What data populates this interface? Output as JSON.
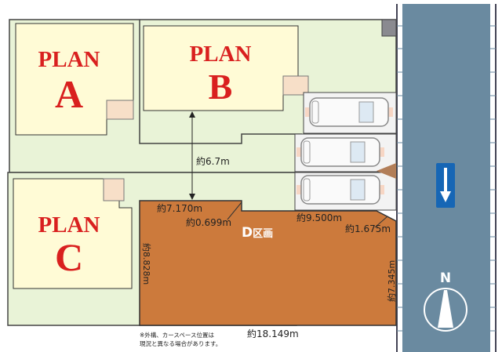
{
  "plans": {
    "a": {
      "word": "PLAN",
      "letter": "A"
    },
    "b": {
      "word": "PLAN",
      "letter": "B"
    },
    "c": {
      "word": "PLAN",
      "letter": "C"
    }
  },
  "lot_d": {
    "label_letter": "D",
    "label_suffix": "区画",
    "dims": {
      "top_left": "約7.170m",
      "step": "約0.699m",
      "top_right": "約9.500m",
      "corner": "約1.675m",
      "left": "約8.828m",
      "right": "約7.345m",
      "bottom": "約18.149m"
    }
  },
  "driveway_width": "約6.7m",
  "note": [
    "※外構、カースペース位置は",
    "現況と異なる場合があります。"
  ],
  "compass": {
    "label": "N"
  },
  "colors": {
    "lot_green": "#e9f3d7",
    "building": "#fffbd6",
    "lot_d": "#cc7a3c",
    "road": "#6a8aa0",
    "plan_red": "#d9201f",
    "sign_blue": "#1666b5"
  }
}
